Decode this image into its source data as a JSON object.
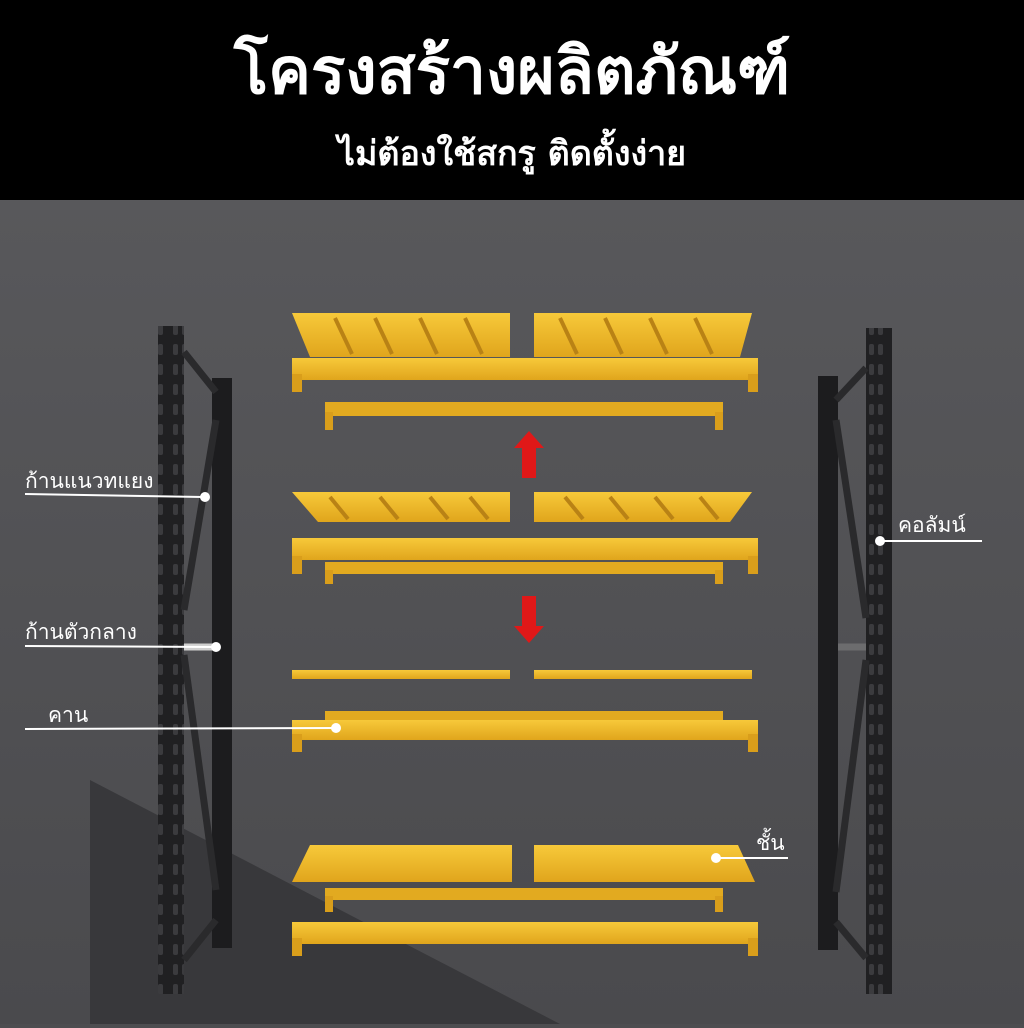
{
  "header": {
    "title": "โครงสร้างผลิตภัณฑ์",
    "subtitle": "ไม่ต้องใช้สกรู ติดตั้งง่าย"
  },
  "labels": {
    "diagonal_brace": "ก้านแนวทแยง",
    "middle_brace": "ก้านตัวกลาง",
    "beam": "คาน",
    "shelf": "ชั้น",
    "column": "คอลัมน์"
  },
  "colors": {
    "header_bg": "#000000",
    "background": "#4d4d50",
    "shelf_yellow": "#f2b826",
    "frame_black": "#1e1e20",
    "arrow_red": "#e01818"
  },
  "icons": [
    "arrow-up-icon",
    "arrow-down-icon"
  ]
}
